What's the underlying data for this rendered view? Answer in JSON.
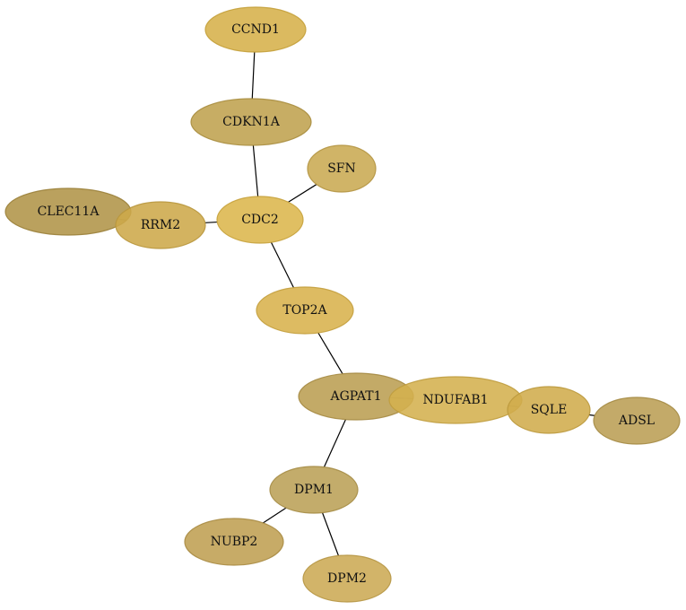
{
  "nodes": [
    {
      "id": "CCND1",
      "label": "CCND1",
      "color": "#d6b14a",
      "stroke": "#c4a03a"
    },
    {
      "id": "CDKN1A",
      "label": "CDKN1A",
      "color": "#bfa24f",
      "stroke": "#a88d3e"
    },
    {
      "id": "SFN",
      "label": "SFN",
      "color": "#c9aa52",
      "stroke": "#b49542"
    },
    {
      "id": "CLEC11A",
      "label": "CLEC11A",
      "color": "#b09448",
      "stroke": "#9a8039"
    },
    {
      "id": "RRM2",
      "label": "RRM2",
      "color": "#cda94a",
      "stroke": "#b8963c"
    },
    {
      "id": "CDC2",
      "label": "CDC2",
      "color": "#dcb64c",
      "stroke": "#c6a23c"
    },
    {
      "id": "TOP2A",
      "label": "TOP2A",
      "color": "#d8b24c",
      "stroke": "#c39f3d"
    },
    {
      "id": "AGPAT1",
      "label": "AGPAT1",
      "color": "#bb9e52",
      "stroke": "#a58a42"
    },
    {
      "id": "NDUFAB1",
      "label": "NDUFAB1",
      "color": "#d4b04e",
      "stroke": "#bf9c3e"
    },
    {
      "id": "SQLE",
      "label": "SQLE",
      "color": "#d0ac4c",
      "stroke": "#bb993d"
    },
    {
      "id": "ADSL",
      "label": "ADSL",
      "color": "#bb9e54",
      "stroke": "#a48a43"
    },
    {
      "id": "DPM1",
      "label": "DPM1",
      "color": "#bba056",
      "stroke": "#a58c45"
    },
    {
      "id": "NUBP2",
      "label": "NUBP2",
      "color": "#bf9f52",
      "stroke": "#a98b42"
    },
    {
      "id": "DPM2",
      "label": "DPM2",
      "color": "#ccaa54",
      "stroke": "#b69644"
    }
  ],
  "edges": [
    {
      "source": "CCND1",
      "target": "CDKN1A"
    },
    {
      "source": "CDKN1A",
      "target": "CDC2"
    },
    {
      "source": "SFN",
      "target": "CDC2"
    },
    {
      "source": "RRM2",
      "target": "CDC2"
    },
    {
      "source": "CLEC11A",
      "target": "RRM2"
    },
    {
      "source": "CDC2",
      "target": "TOP2A"
    },
    {
      "source": "TOP2A",
      "target": "AGPAT1"
    },
    {
      "source": "AGPAT1",
      "target": "NDUFAB1"
    },
    {
      "source": "NDUFAB1",
      "target": "SQLE"
    },
    {
      "source": "SQLE",
      "target": "ADSL"
    },
    {
      "source": "AGPAT1",
      "target": "DPM1"
    },
    {
      "source": "DPM1",
      "target": "NUBP2"
    },
    {
      "source": "DPM1",
      "target": "DPM2"
    }
  ]
}
